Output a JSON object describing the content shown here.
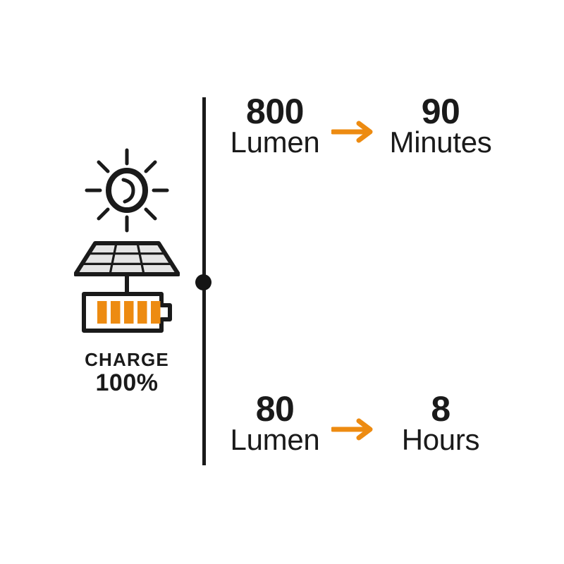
{
  "colors": {
    "accent_orange": "#ED8B11",
    "ink": "#1a1a1a",
    "panel_cell": "#e4e4e4",
    "background": "#ffffff"
  },
  "left_panel": {
    "sun_icon": "sun-icon",
    "solar_panel_icon": "solar-panel-icon",
    "battery_icon": "battery-full-icon",
    "battery_bars_filled": 5,
    "battery_bars_total": 5,
    "charge_label": "CHARGE",
    "charge_value": "100%"
  },
  "rows": [
    {
      "id": "high-output",
      "source_number": "800",
      "source_unit": "Lumen",
      "arrow_icon": "arrow-right-icon",
      "target_number": "90",
      "target_unit": "Minutes"
    },
    {
      "id": "low-output",
      "source_number": "80",
      "source_unit": "Lumen",
      "arrow_icon": "arrow-right-icon",
      "target_number": "8",
      "target_unit": "Hours"
    }
  ],
  "divider": {
    "icon": "vertical-divider-with-node"
  }
}
